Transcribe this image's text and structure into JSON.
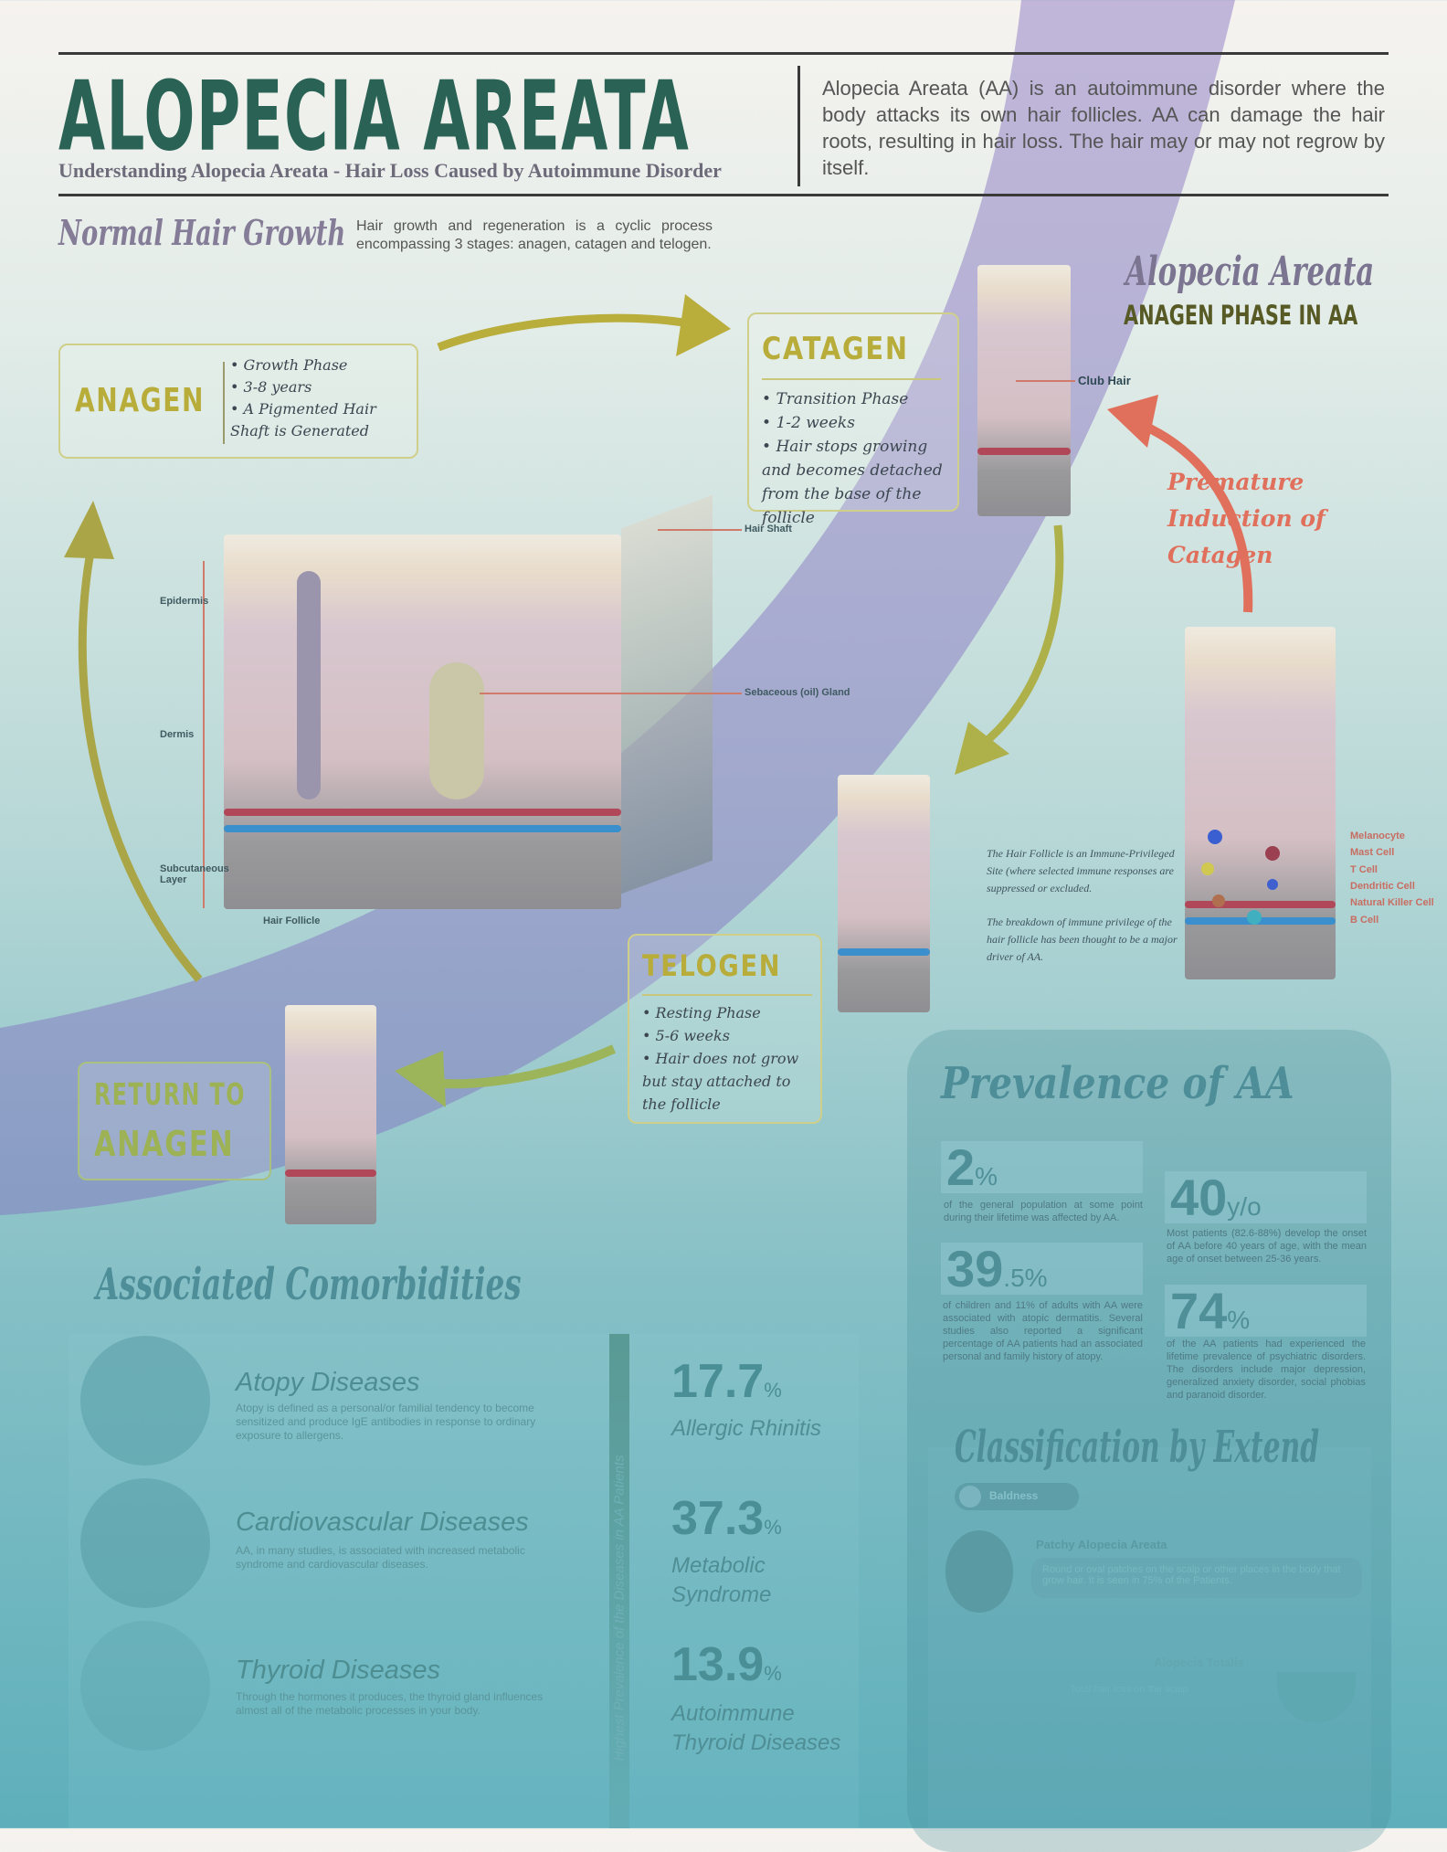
{
  "header": {
    "title": "Alopecia Areata",
    "subtitle": "Understanding Alopecia Areata -  Hair Loss Caused by Autoimmune Disorder",
    "intro": "Alopecia Areata (AA) is an autoimmune disorder where the body attacks its own hair follicles. AA can damage the hair roots, resulting in hair loss. The hair may or may not regrow by itself."
  },
  "normal": {
    "heading": "Normal Hair Growth",
    "desc": "Hair growth and regeneration is a cyclic process encompassing 3 stages: anagen, catagen and telogen."
  },
  "stages": {
    "anagen": {
      "title": "ANAGEN",
      "bullets": [
        "Growth Phase",
        "3-8 years",
        "A Pigmented Hair Shaft is Generated"
      ]
    },
    "catagen": {
      "title": "CATAGEN",
      "bullets": [
        "Transition Phase",
        "1-2 weeks",
        "Hair stops growing and becomes detached from the base of the follicle"
      ]
    },
    "telogen": {
      "title": "TELOGEN",
      "bullets": [
        "Resting Phase",
        "5-6 weeks",
        "Hair does not grow but stay attached to the follicle"
      ]
    },
    "return": {
      "title_line1": "RETURN TO",
      "title_line2": "ANAGEN"
    }
  },
  "skin_labels": {
    "epidermis": "Epidermis",
    "dermis": "Dermis",
    "subcutaneous": "Subcutaneous Layer",
    "hair_follicle": "Hair Follicle",
    "hair_shaft": "Hair Shaft",
    "sebaceous": "Sebaceous (oil) Gland",
    "club_hair": "Club Hair"
  },
  "aa": {
    "heading": "Alopecia Areata",
    "subheading": "ANAGEN PHASE IN AA",
    "premature": "Premature Induction of Catagen",
    "immune_p1": "The Hair Follicle is an Immune-Privileged Site (where selected immune responses are suppressed or excluded.",
    "immune_p2": "The breakdown of immune privilege of the hair follicle has been thought to be a major driver of AA.",
    "cells": [
      "Melanocyte",
      "Mast Cell",
      "T Cell",
      "Dendritic Cell",
      "Natural Killer Cell",
      "B Cell"
    ]
  },
  "prevalence": {
    "heading": "Prevalence of AA",
    "stats": [
      {
        "num": "2",
        "unit": "%",
        "text": "of the general population at some point during their lifetime was affected by AA."
      },
      {
        "num": "40",
        "unit": "y/o",
        "text": "Most patients (82.6-88%) develop the onset of AA before 40 years of age, with the mean age of onset  between 25-36 years."
      },
      {
        "num": "39",
        "unit": ".5%",
        "text": "of children and 11% of adults with AA were associated with atopic dermatitis. Several studies also reported a significant percentage of AA patients had an associated personal and family history of atopy."
      },
      {
        "num": "74",
        "unit": "%",
        "text": "of the AA patients had experienced the lifetime prevalence of psychiatric disorders. The disorders include major depression, generalized anxiety disorder, social phobias and paranoid disorder."
      }
    ]
  },
  "classification": {
    "heading": "Classification by Extend",
    "toggle": "Baldness",
    "patchy_title": "Patchy Alopecia Areata",
    "patchy_desc": "Round or oval patches on the scalp or other places in the body that grow hair. It is seen in 75% of the Patients.",
    "totalis_title": "Alopecia Totalis",
    "totalis_desc": "Total hair loss on the scalp"
  },
  "comorbidities": {
    "heading": "Associated Comorbidities",
    "bar_label": "Highest Prevalence of the  Diseases in AA Patients",
    "items": [
      {
        "title": "Atopy Diseases",
        "desc": "Atopy is defined as a personal/or familial tendency to become sensitized and produce IgE antibodies in response to ordinary exposure to allergens.",
        "pct": "17.7",
        "unit": "%",
        "label": "Allergic Rhinitis"
      },
      {
        "title": "Cardiovascular Diseases",
        "desc": "AA, in many studies, is associated with increased metabolic syndrome and cardiovascular diseases.",
        "pct": "37.3",
        "unit": "%",
        "label": "Metabolic Syndrome"
      },
      {
        "title": "Thyroid Diseases",
        "desc": "Through the hormones it produces, the thyroid gland influences almost all of the metabolic processes in your body.",
        "pct": "13.9",
        "unit": "%",
        "label": "Autoimmune Thyroid Diseases"
      }
    ]
  },
  "colors": {
    "title": "#2a6355",
    "stage": "#b8ac3a",
    "arc": "#8a78c0",
    "accent": "#e0705c",
    "teal": "#4e8e98"
  }
}
